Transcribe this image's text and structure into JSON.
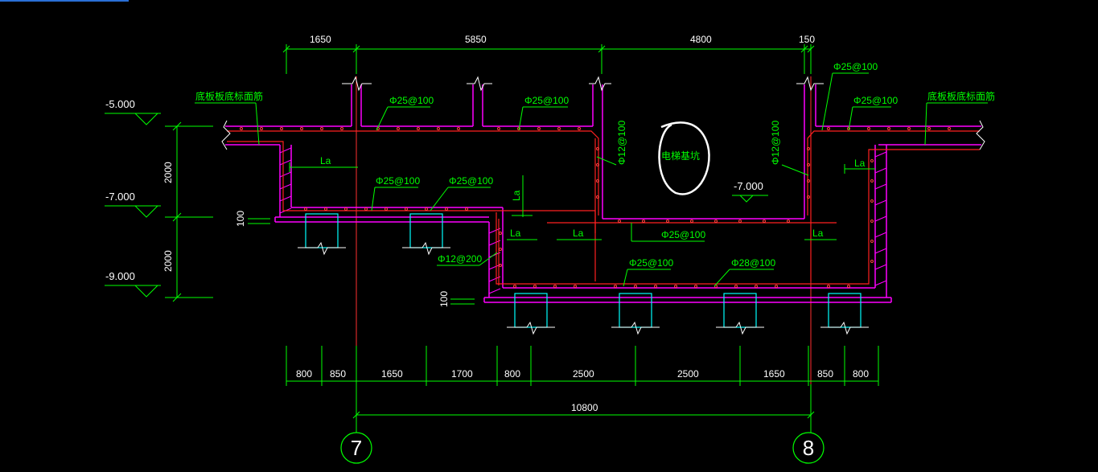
{
  "colors": {
    "background": "#000000",
    "dimension": "#00ff00",
    "rebar": "#ff2020",
    "structure": "#ff00ff",
    "pile": "#00ffff",
    "text": "#ffffff",
    "annotation": "#00ff00"
  },
  "top_dimensions": [
    "1650",
    "5850",
    "4800",
    "150"
  ],
  "bottom_dimensions": [
    "800",
    "850",
    "1650",
    "1700",
    "800",
    "2500",
    "2500",
    "1650",
    "850",
    "800"
  ],
  "total_dimension": "10800",
  "axes": [
    "7",
    "8"
  ],
  "levels": [
    "-5.000",
    "-7.000",
    "-9.000"
  ],
  "left_vertical_dims": [
    "2000",
    "2000"
  ],
  "pit_level": "-7.000",
  "pit_label": "电梯基坑",
  "slab_note_left": "底板板底标面筋",
  "slab_note_right": "底板板底标面筋",
  "rebar_labels": {
    "top_left_1": "Φ25@100",
    "top_left_2": "Φ25@100",
    "top_right_1": "Φ25@100",
    "top_right_2": "Φ25@100",
    "mid_left_1": "Φ25@100",
    "mid_left_2": "Φ25@100",
    "pit_wall_left": "Φ12@100",
    "pit_wall_right": "Φ12@100",
    "pit_bottom": "Φ25@100",
    "step_wall": "Φ12@200",
    "bottom_1": "Φ25@100",
    "bottom_2": "Φ28@100"
  },
  "anchor_label": "La",
  "cover_dims": [
    "100",
    "100"
  ]
}
